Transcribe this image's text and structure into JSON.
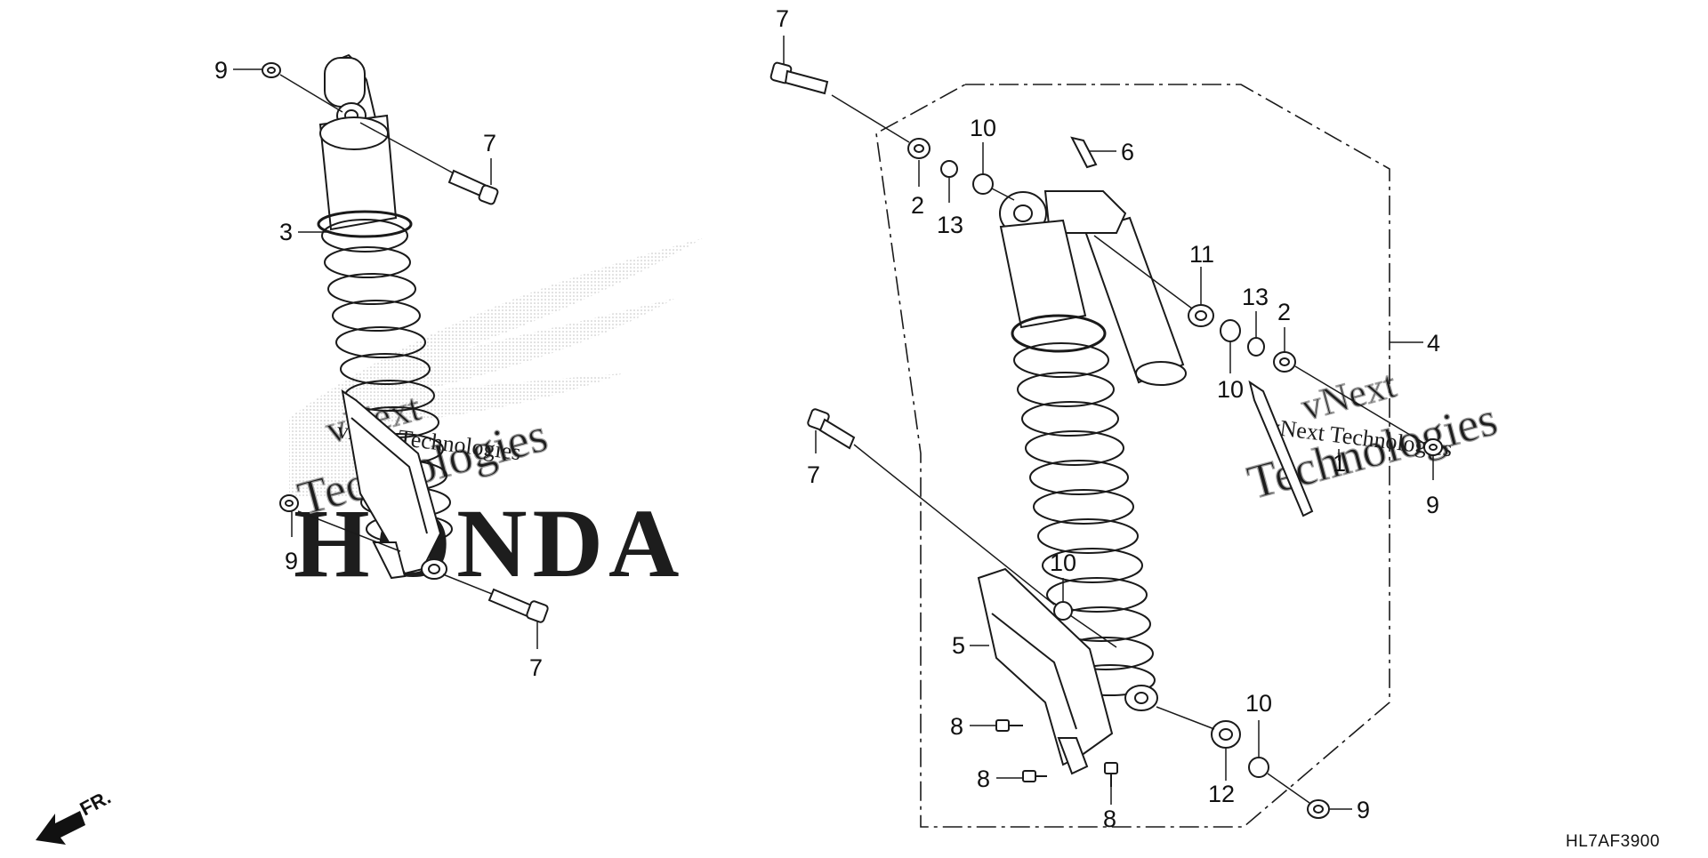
{
  "diagram": {
    "drawing_code": "HL7AF3900",
    "front_indicator": "FR.",
    "watermark": {
      "line1": "vNext",
      "line2": "Technologies",
      "logo_letters": "HONDA"
    },
    "callouts": [
      "1",
      "2",
      "3",
      "4",
      "5",
      "6",
      "7",
      "8",
      "9",
      "10",
      "11",
      "12",
      "13"
    ],
    "assemblies": [
      {
        "label": "shock-assembly-left",
        "callouts": [
          "3",
          "7",
          "9"
        ]
      },
      {
        "label": "shock-assembly-right",
        "callouts": [
          "1",
          "2",
          "4",
          "5",
          "6",
          "7",
          "8",
          "9",
          "10",
          "11",
          "12",
          "13"
        ]
      }
    ]
  },
  "colors": {
    "line": "#1a1a1a",
    "watermark": "#b5b5b5",
    "background": "#ffffff"
  }
}
